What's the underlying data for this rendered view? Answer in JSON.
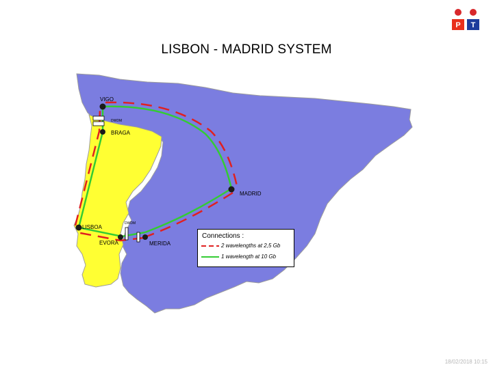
{
  "title": "LISBON - MADRID SYSTEM",
  "logo": {
    "letters": [
      "P",
      "T"
    ],
    "colors": {
      "red": "#e8301c",
      "blue": "#1c3c9c",
      "dot_red": "#d8282c",
      "dot_blue": "#2c3cb4"
    }
  },
  "cities": {
    "vigo": "VIGO",
    "braga": "BRAGA",
    "madrid": "MADRID",
    "lisboa": "LISBOA",
    "evora": "EVORA",
    "merida": "MERIDA"
  },
  "equipment_labels": {
    "north": "DWDM",
    "south": "DWDM"
  },
  "legend": {
    "title": "Connections :",
    "items": [
      {
        "label": "2 wavelengths  at 2,5 Gb",
        "color": "#e02020",
        "style": "dashed"
      },
      {
        "label": "1 wavelength at 10 Gb",
        "color": "#33cc33",
        "style": "solid"
      }
    ]
  },
  "colors": {
    "spain": "#7b7de0",
    "portugal": "#ffff33",
    "border": "#9c9c9c"
  },
  "footer": "18/02/2018 10:15"
}
